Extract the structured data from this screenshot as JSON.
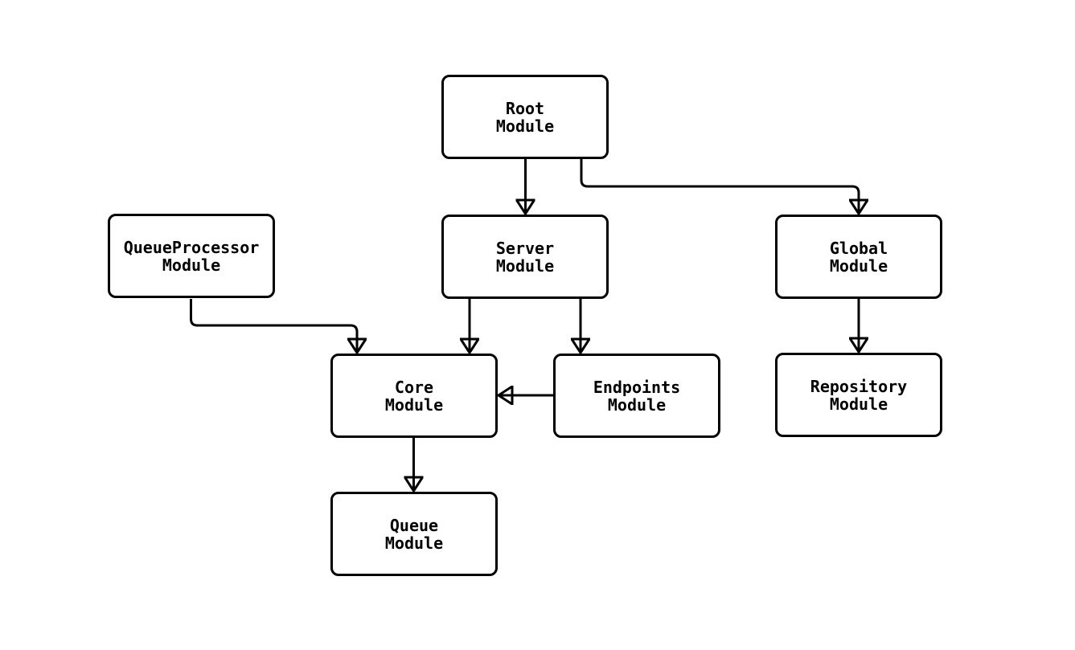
{
  "diagram": {
    "type": "module-dependency-flowchart",
    "colors": {
      "background": "#ffffff",
      "node_fill": "#ffffff",
      "stroke": "#000000",
      "text": "#000000"
    },
    "nodes": {
      "root": {
        "line1": "Root",
        "line2": "Module"
      },
      "queue_processor": {
        "line1": "QueueProcessor",
        "line2": "Module"
      },
      "server": {
        "line1": "Server",
        "line2": "Module"
      },
      "global": {
        "line1": "Global",
        "line2": "Module"
      },
      "core": {
        "line1": "Core",
        "line2": "Module"
      },
      "endpoints": {
        "line1": "Endpoints",
        "line2": "Module"
      },
      "repository": {
        "line1": "Repository",
        "line2": "Module"
      },
      "queue": {
        "line1": "Queue",
        "line2": "Module"
      }
    },
    "edges": [
      {
        "from": "Root Module",
        "to": "Server Module"
      },
      {
        "from": "Root Module",
        "to": "Global Module"
      },
      {
        "from": "QueueProcessor Module",
        "to": "Core Module"
      },
      {
        "from": "Server Module",
        "to": "Core Module"
      },
      {
        "from": "Server Module",
        "to": "Endpoints Module"
      },
      {
        "from": "Endpoints Module",
        "to": "Core Module"
      },
      {
        "from": "Global Module",
        "to": "Repository Module"
      },
      {
        "from": "Core Module",
        "to": "Queue Module"
      }
    ]
  }
}
